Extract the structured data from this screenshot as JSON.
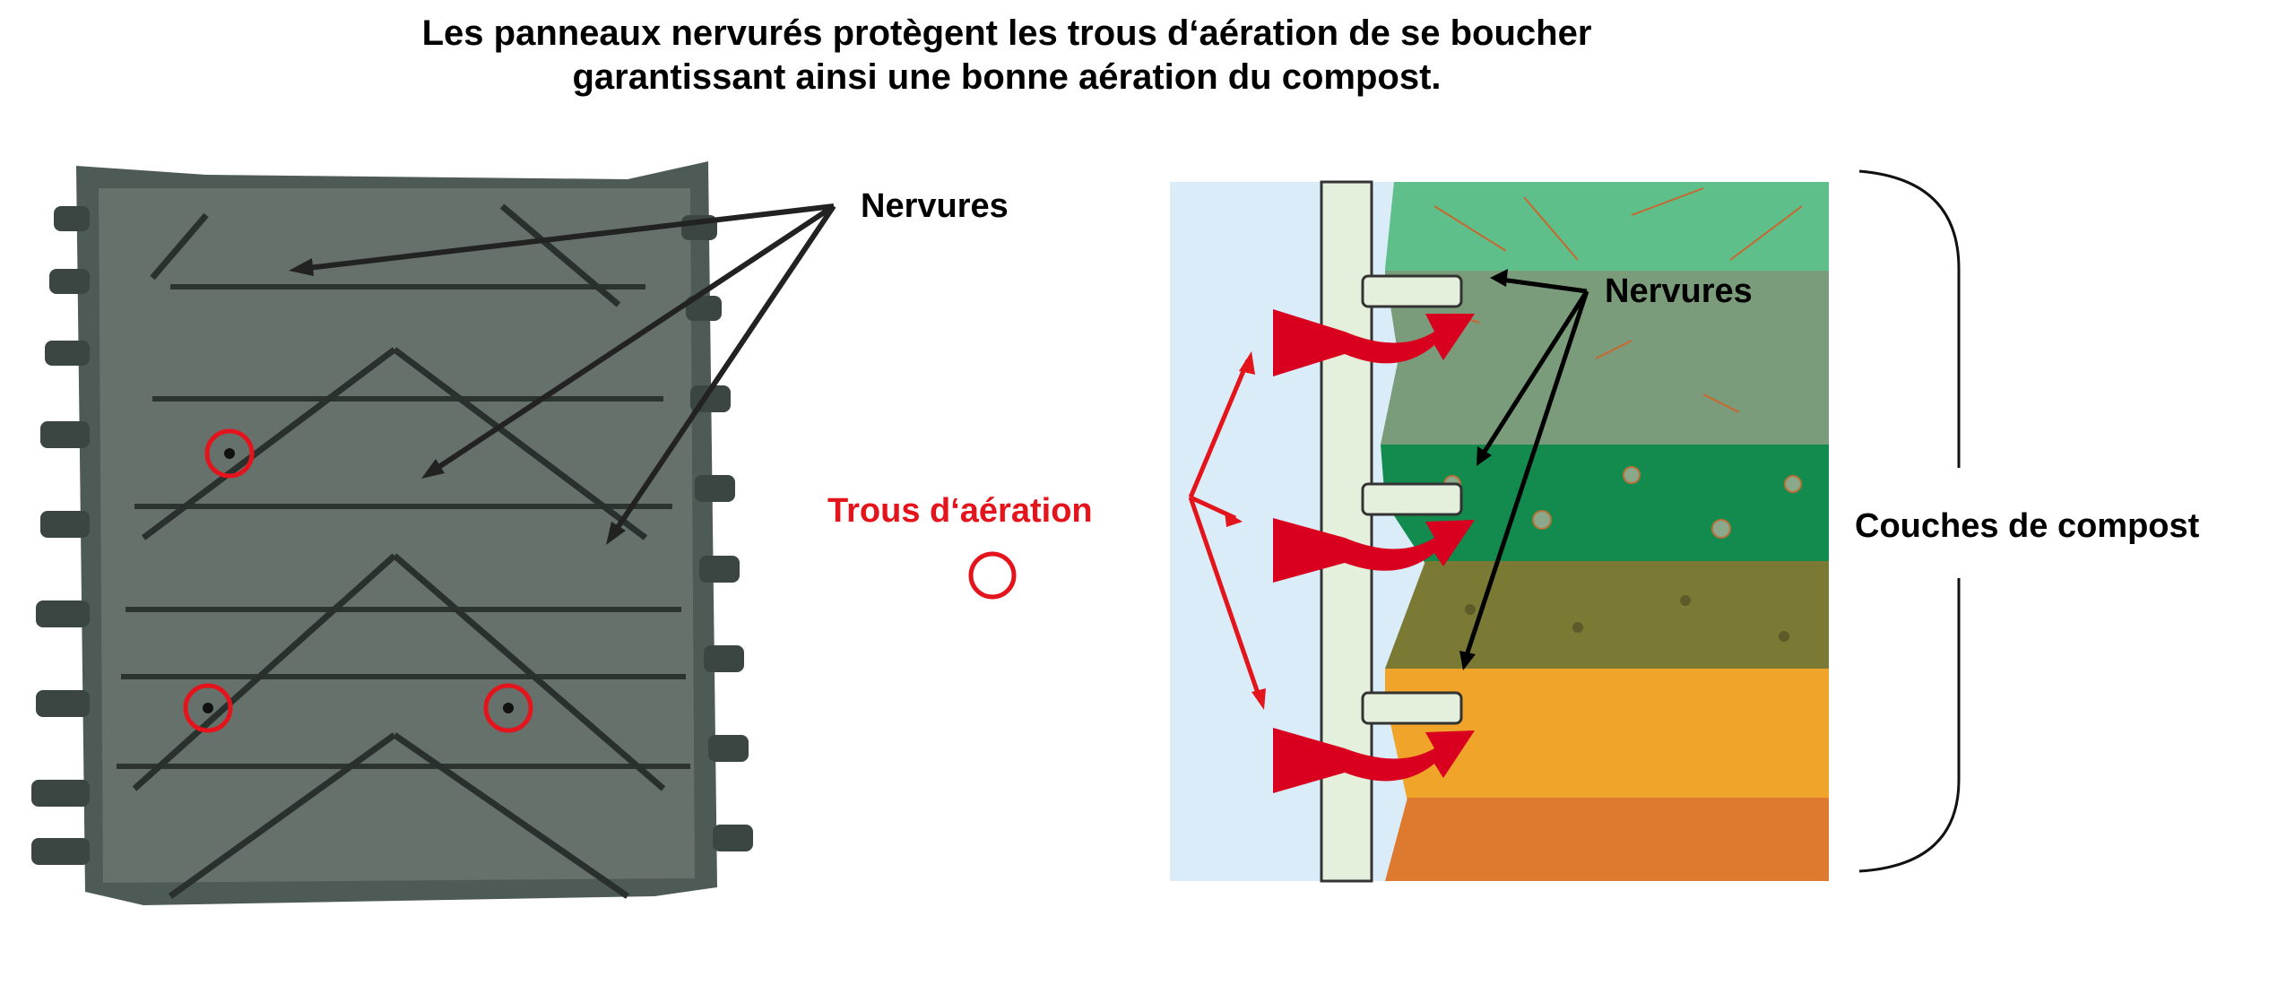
{
  "title": {
    "line1": "Les panneaux nervurés protègent les trous d‘aération de se boucher",
    "line2": "garantissant ainsi une bonne aération du compost."
  },
  "labels": {
    "nervures_left": "Nervures",
    "nervures_right": "Nervures",
    "trous": "Trous d‘aération",
    "couches": "Couches de compost"
  },
  "colors": {
    "accent_red": "#e3141b",
    "sky": "#d9ecf8",
    "layer1": "#5fbf8a",
    "layer2": "#7a9c7a",
    "layer3": "#138a4e",
    "layer4": "#7b7a35",
    "layer5": "#f0a52a",
    "layer6": "#dd7a30"
  }
}
